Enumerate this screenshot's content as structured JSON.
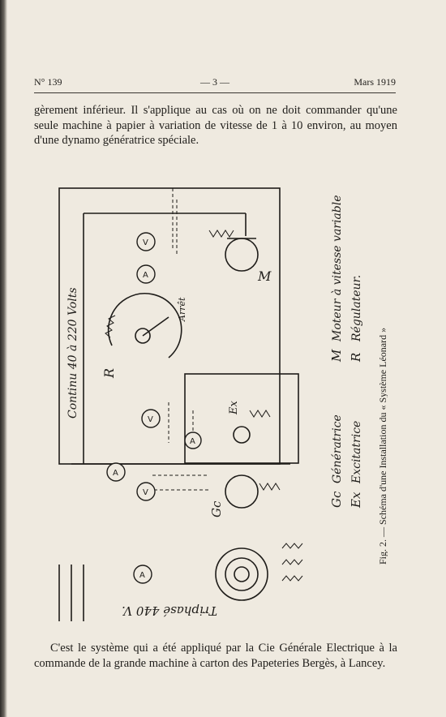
{
  "header": {
    "issue": "N° 139",
    "page": "— 3 —",
    "date": "Mars 1919"
  },
  "body": {
    "intro": "gèrement inférieur. Il s'applique au cas où on ne doit commander qu'une seule machine à papier à variation de vitesse de 1 à 10 environ, au moyen d'une dynamo génératrice spéciale.",
    "outro": "C'est le système qui a été appliqué par la Cie Générale Electrique à la commande de la grande machine à carton des Papeteries Bergès, à Lancey."
  },
  "figure": {
    "supply_continu": "Continu 40 à 220 Volts",
    "supply_triphase": "Triphasé 440 V.",
    "label_arret": "Arrêt",
    "label_R": "R",
    "label_M": "M",
    "label_Ex": "Ex",
    "label_Gc": "Gc",
    "meter_V": "V",
    "meter_A": "A",
    "legend": [
      {
        "code": "Gc",
        "text": "Génératrice"
      },
      {
        "code": "Ex",
        "text": "Excitatrice"
      },
      {
        "code": "M",
        "text": "Moteur à vitesse variable"
      },
      {
        "code": "R",
        "text": "Régulateur."
      }
    ],
    "caption": "Fig. 2. — Schéma d'une Installation du « Système Léonard »"
  }
}
